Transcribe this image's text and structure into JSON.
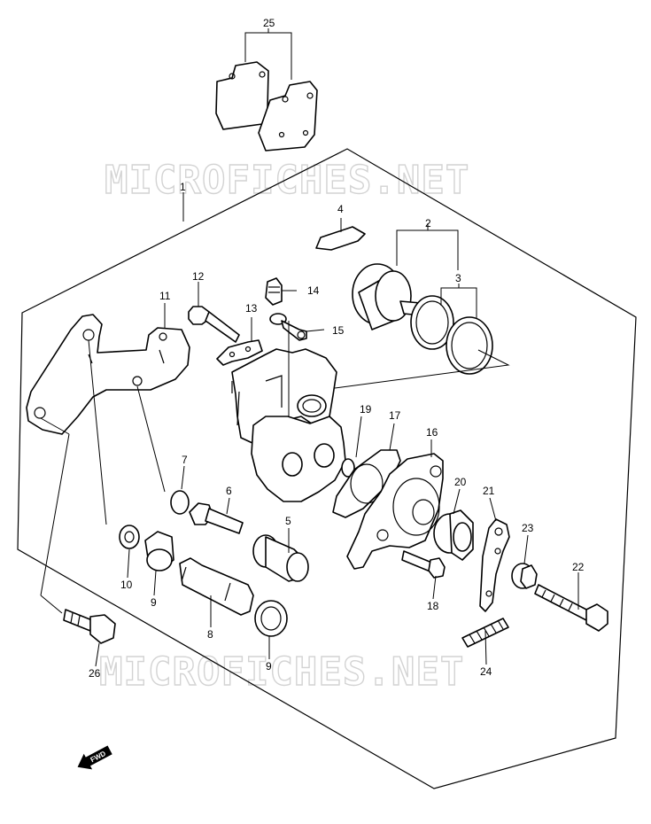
{
  "watermark": "MICROFICHES.NET",
  "fwd_label": "FWD",
  "callouts": [
    "1",
    "2",
    "3",
    "4",
    "5",
    "6",
    "7",
    "8",
    "9",
    "10",
    "11",
    "12",
    "13",
    "14",
    "15",
    "16",
    "17",
    "18",
    "19",
    "20",
    "21",
    "22",
    "23",
    "24",
    "25",
    "26"
  ],
  "callout_9_second": "9"
}
